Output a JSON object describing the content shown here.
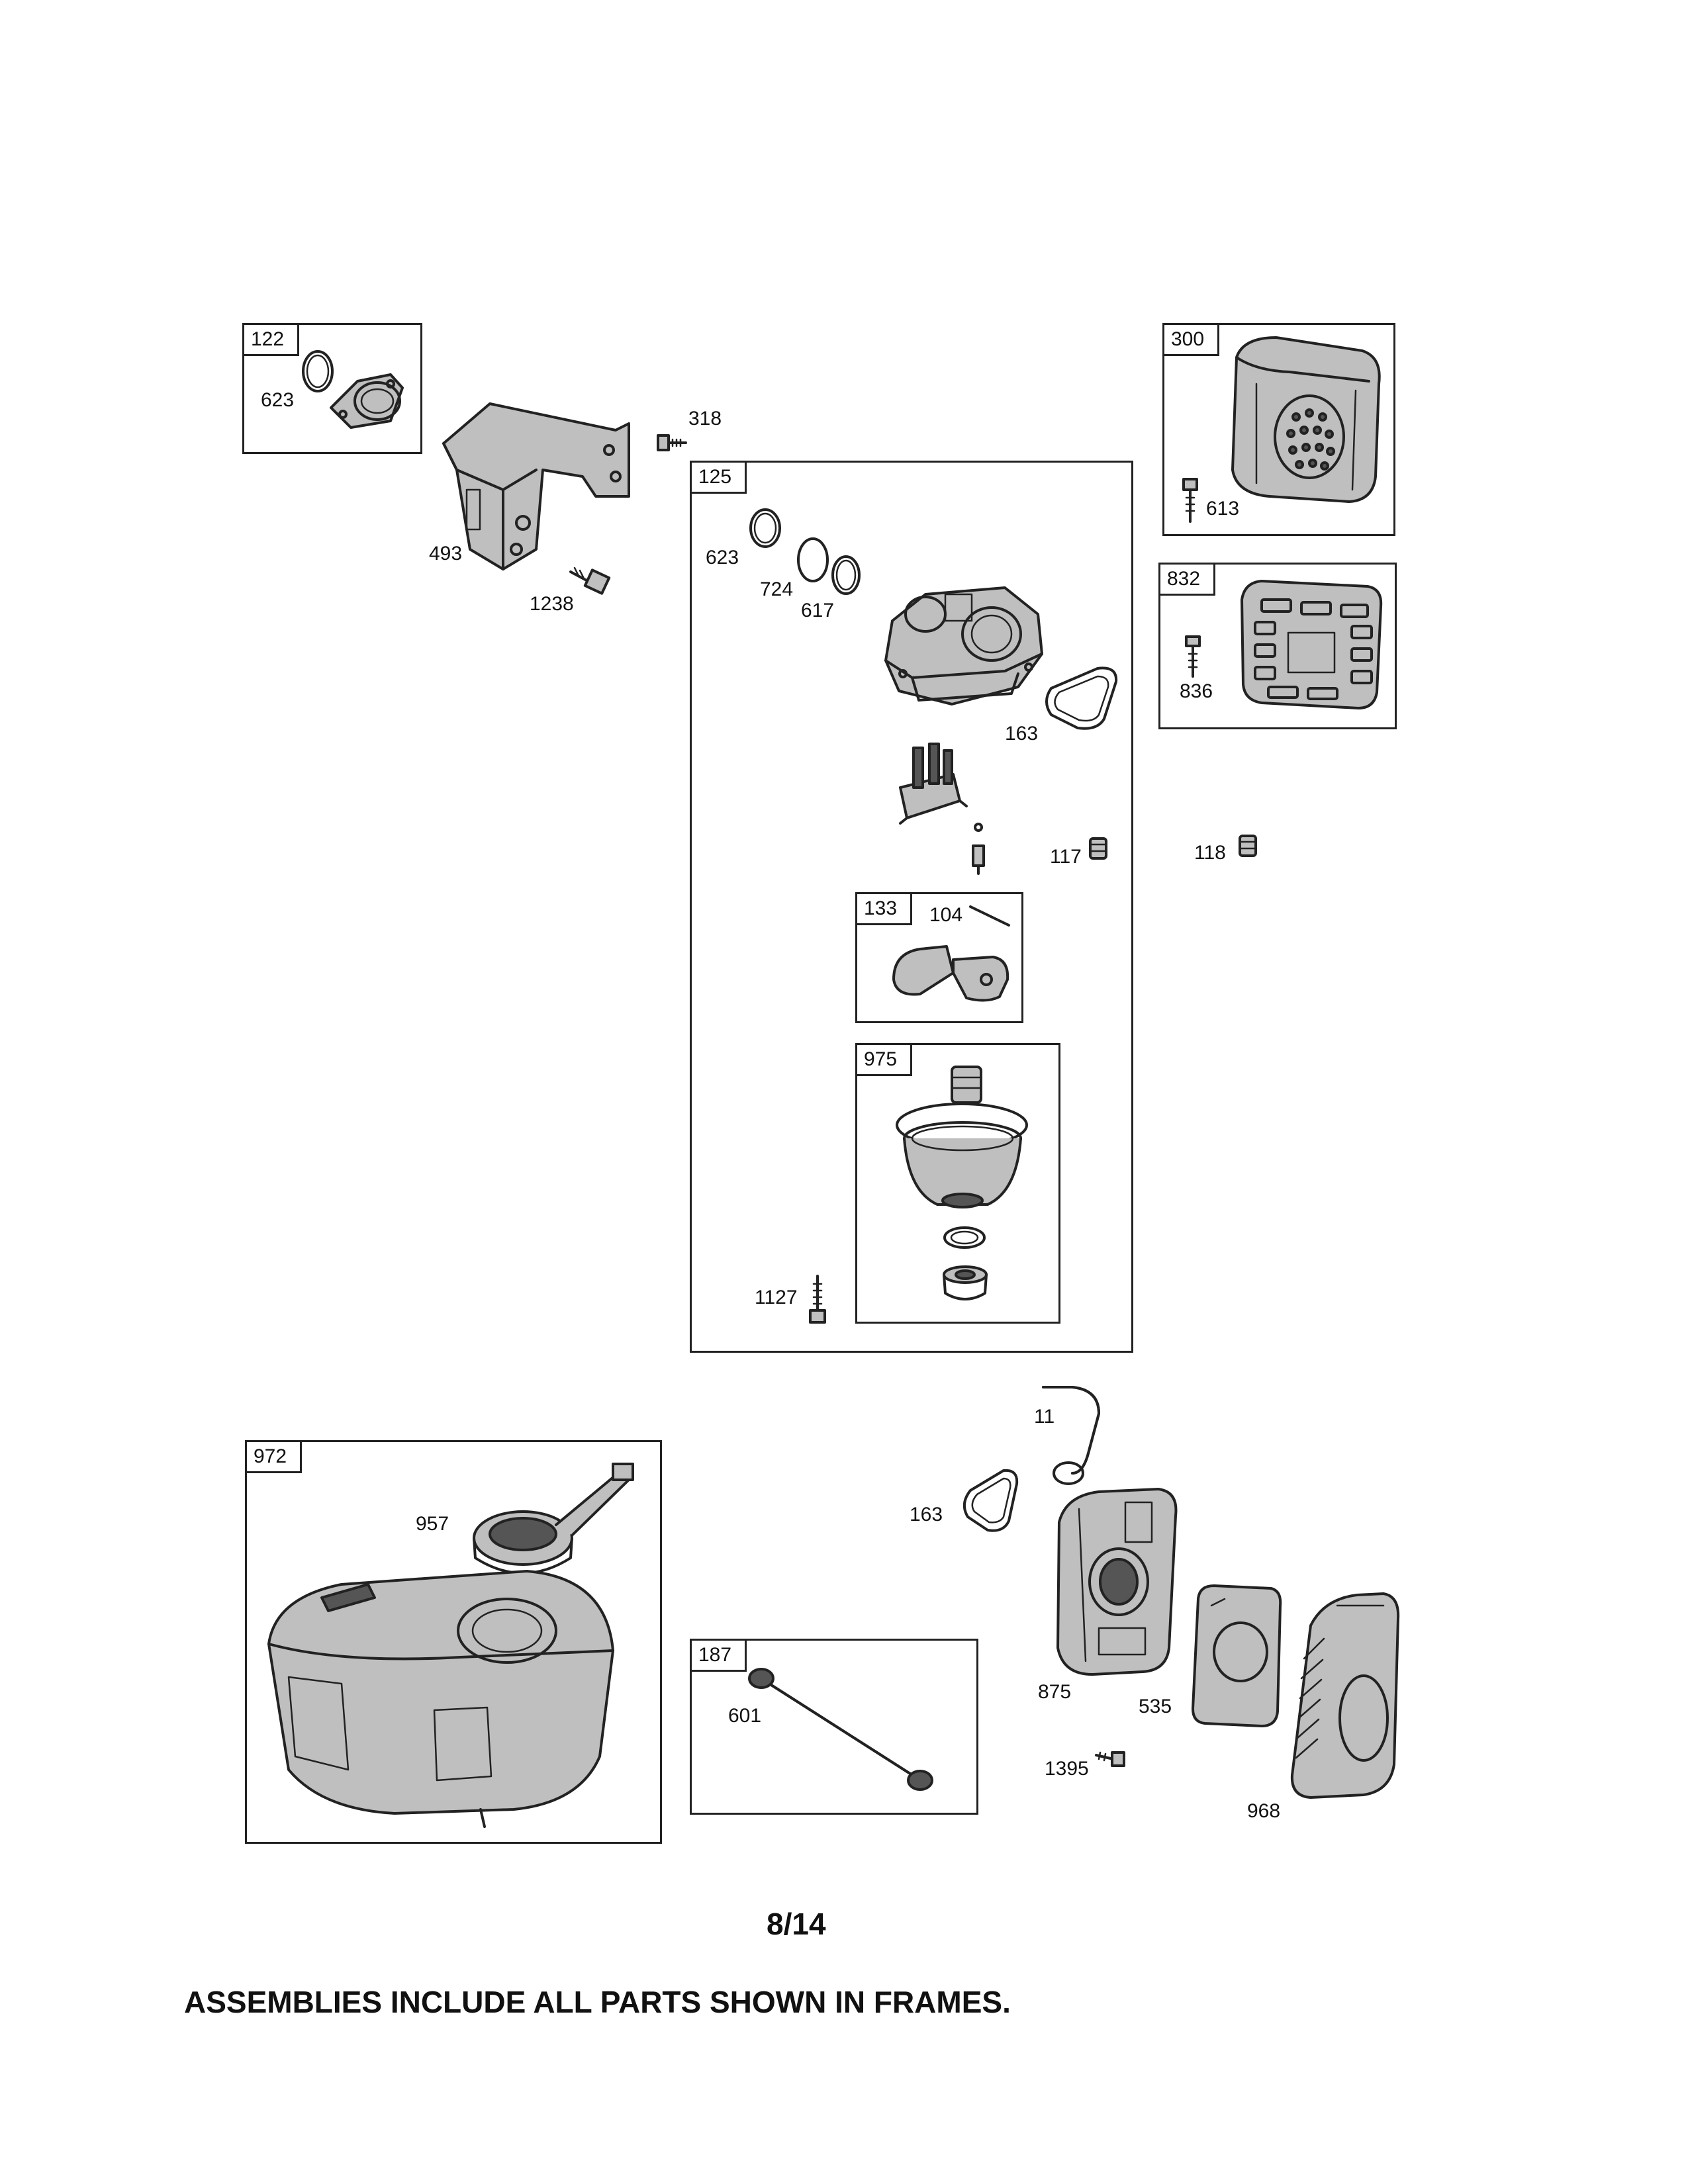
{
  "frames": {
    "f122": "122",
    "f300": "300",
    "f125": "125",
    "f832": "832",
    "f133": "133",
    "f975": "975",
    "f972": "972",
    "f187": "187"
  },
  "parts": {
    "p623a": "623",
    "p318": "318",
    "p493": "493",
    "p1238": "1238",
    "p613": "613",
    "p623b": "623",
    "p724": "724",
    "p617": "617",
    "p163a": "163",
    "p836": "836",
    "p117": "117",
    "p118": "118",
    "p104": "104",
    "p1127": "1127",
    "p11": "11",
    "p957": "957",
    "p163b": "163",
    "p875": "875",
    "p535": "535",
    "p601": "601",
    "p1395": "1395",
    "p968": "968"
  },
  "page_number": "8/14",
  "footer_note": "ASSEMBLIES INCLUDE ALL PARTS SHOWN IN FRAMES."
}
